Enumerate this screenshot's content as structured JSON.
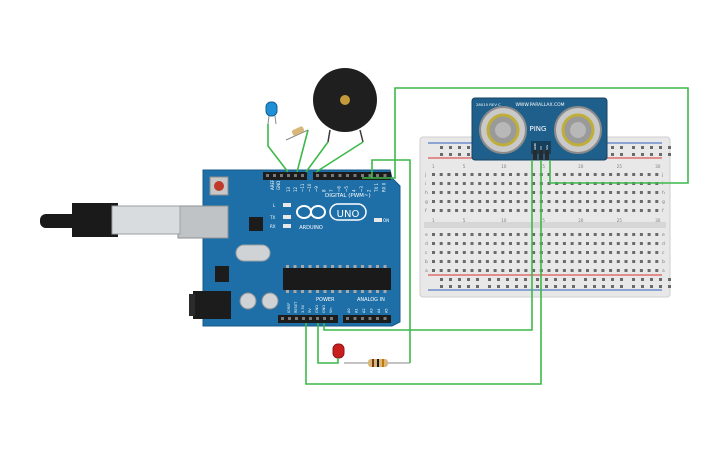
{
  "board": {
    "brand": "ARDUINO",
    "model": "UNO",
    "digital_label": "DIGITAL (PWM~)",
    "power_label": "POWER",
    "analog_label": "ANALOG IN",
    "on_label": "ON",
    "l_label": "L",
    "tx_label": "TX",
    "rx_label": "RX",
    "aref_label": "AREF",
    "gnd_label": "GND",
    "digital_pins": [
      "13",
      "12",
      "~11",
      "~10",
      "~9",
      "8",
      "7",
      "~6",
      "~5",
      "4",
      "~3",
      "2",
      "TX 1",
      "RX 0"
    ],
    "power_pins": [
      "IOREF",
      "RESET",
      "3.3V",
      "5V",
      "GND",
      "GND",
      "Vin"
    ],
    "analog_pins": [
      "A0",
      "A1",
      "A2",
      "A3",
      "A4",
      "A5"
    ]
  },
  "sensor": {
    "brand_text": "WWW.PARALLAX.COM",
    "model_text": "28015 REV C",
    "ping_label": "PING",
    "pin_labels": [
      "GND",
      "5V",
      "SIG"
    ]
  },
  "breadboard": {
    "row_letters_top": [
      "j",
      "i",
      "h",
      "g",
      "f"
    ],
    "row_letters_bottom": [
      "e",
      "d",
      "c",
      "b",
      "a"
    ],
    "column_numbers": [
      "1",
      "5",
      "10",
      "15",
      "20",
      "25",
      "30"
    ]
  },
  "colors": {
    "board": "#1e6fa8",
    "wire": "#3cb94a",
    "sensor": "#1f5f8b",
    "buzzer": "#2a2a2a",
    "led_blue": "#1f8fd6",
    "led_red": "#c81e1e",
    "rail_red": "#d9322f",
    "rail_blue": "#2f5fbf"
  },
  "icons": [
    "usb-cable-icon",
    "dc-jack-icon",
    "reset-button-icon",
    "arduino-infinity-logo-icon",
    "buzzer-icon",
    "led-icon",
    "resistor-icon",
    "ultrasonic-sensor-icon"
  ]
}
